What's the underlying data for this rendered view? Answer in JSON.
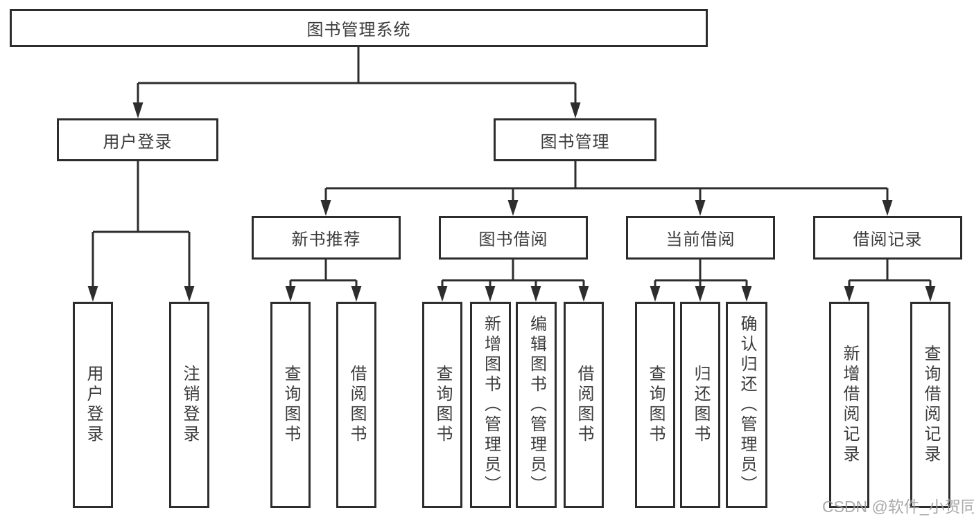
{
  "diagram": {
    "nodes": {
      "root": {
        "label": "图书管理系统"
      },
      "user_login": {
        "label": "用户登录"
      },
      "book_mgmt": {
        "label": "图书管理"
      },
      "new_book_rec": {
        "label": "新书推荐"
      },
      "book_borrow": {
        "label": "图书借阅"
      },
      "current_borrow": {
        "label": "当前借阅"
      },
      "borrow_records": {
        "label": "借阅记录"
      },
      "leaf_user_login": {
        "label": "用户登录"
      },
      "leaf_logout": {
        "label": "注销登录"
      },
      "leaf_query_book_rec": {
        "label": "查询图书"
      },
      "leaf_borrow_book_rec": {
        "label": "借阅图书"
      },
      "leaf_query_book_bor": {
        "label": "查询图书"
      },
      "leaf_add_book": {
        "label": "新增图书（管理员）"
      },
      "leaf_edit_book": {
        "label": "编辑图书（管理员）"
      },
      "leaf_borrow_book": {
        "label": "借阅图书"
      },
      "leaf_query_book_cur": {
        "label": "查询图书"
      },
      "leaf_return_book": {
        "label": "归还图书"
      },
      "leaf_confirm_return": {
        "label": "确认归还（管理员）"
      },
      "leaf_add_record": {
        "label": "新增借阅记录"
      },
      "leaf_query_record": {
        "label": "查询借阅记录"
      }
    },
    "hierarchy": {
      "图书管理系统": {
        "用户登录": [
          "用户登录",
          "注销登录"
        ],
        "图书管理": {
          "新书推荐": [
            "查询图书",
            "借阅图书"
          ],
          "图书借阅": [
            "查询图书",
            "新增图书（管理员）",
            "编辑图书（管理员）",
            "借阅图书"
          ],
          "当前借阅": [
            "查询图书",
            "归还图书",
            "确认归还（管理员）"
          ],
          "借阅记录": [
            "新增借阅记录",
            "查询借阅记录"
          ]
        }
      }
    },
    "colors": {
      "line": "#2d2d2d",
      "box_border": "#2d2d2d",
      "text": "#3c3c3c",
      "background": "#ffffff",
      "watermark": "#9e9e9e"
    }
  },
  "watermark": {
    "text": "CSDN @软件_小贺同学"
  }
}
